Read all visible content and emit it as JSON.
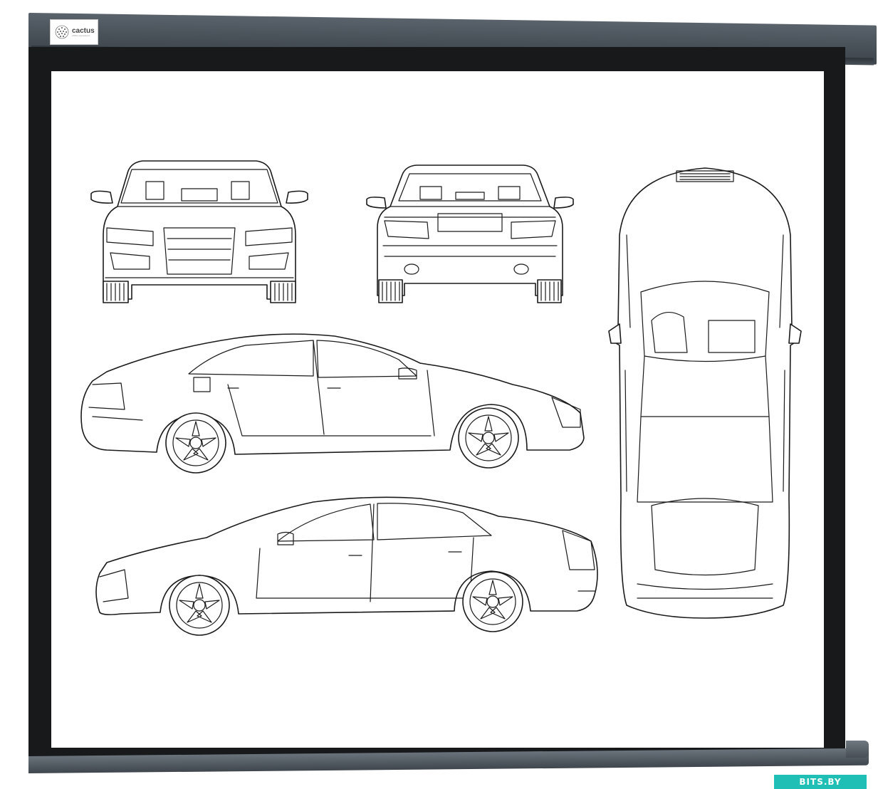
{
  "brand": {
    "name": "cactus",
    "tagline": "office equipment"
  },
  "watermark": {
    "text": "BITS.BY"
  },
  "colors": {
    "housing": "#4a525a",
    "frame_border": "#17191b",
    "screen": "#ffffff",
    "watermark_bg": "#1fbfb5"
  },
  "screen_content": {
    "views": [
      "front-view",
      "rear-view",
      "top-view",
      "left-side-view",
      "right-side-view"
    ]
  }
}
